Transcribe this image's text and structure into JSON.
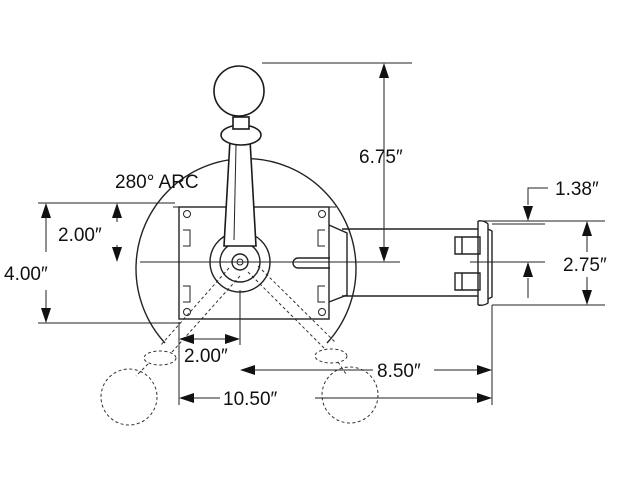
{
  "diagram": {
    "labels": {
      "arc": "280° ARC",
      "lever_height": "6.75″",
      "offset_138": "1.38″",
      "bracket_275": "2.75″",
      "height_200": "2.00″",
      "height_400": "4.00″",
      "width_200": "2.00″",
      "length_850": "8.50″",
      "length_1050": "10.50″"
    }
  }
}
